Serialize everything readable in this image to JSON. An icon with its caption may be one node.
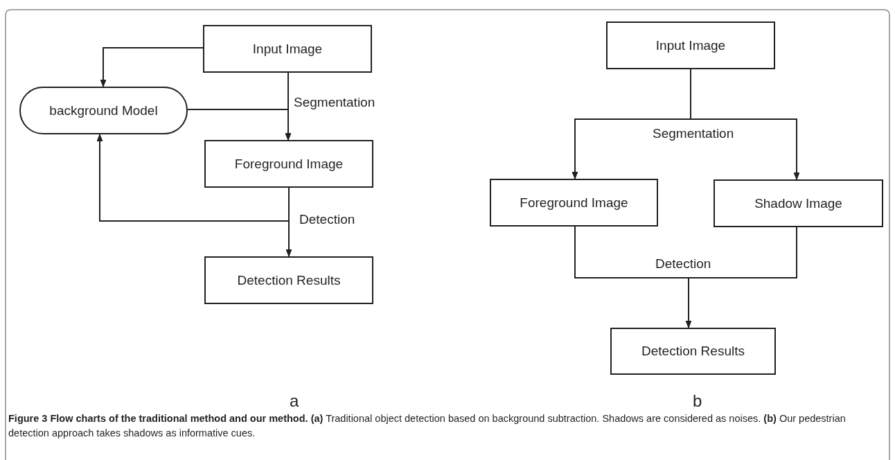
{
  "diagram": {
    "caption": "**Figure 3 Flow charts of the traditional method and our method. (a)** Traditional object detection based on background subtraction. Shadows are considered as noises. **(b)** Our pedestrian detection approach takes shadows as informative cues.",
    "nodes": [
      {
        "text": [
          "Input Image"
        ]
      },
      {
        "text": [
          "background Model"
        ]
      },
      {
        "text": [
          "Foreground Image"
        ]
      },
      {
        "text": [
          "Detection Results"
        ]
      },
      {
        "text": [
          "Input Image"
        ]
      },
      {
        "text": [
          "Foreground Image"
        ]
      },
      {
        "text": [
          "Shadow Image"
        ]
      },
      {
        "text": [
          "Detection Results"
        ]
      }
    ],
    "edges": [
      {
        "from": 0,
        "to": 1,
        "arrow": "to"
      },
      {
        "from": 0,
        "to": 2,
        "arrow": "to",
        "label": "Segmentation"
      },
      {
        "from": 1,
        "to": 2,
        "arrow": "to"
      },
      {
        "from": 2,
        "to": 3,
        "arrow": "to",
        "label": "Detection"
      },
      {
        "from": 2,
        "to": 1,
        "arrow": "to"
      },
      {
        "from": 4,
        "to": 5,
        "arrow": "to",
        "label": "Segmentation"
      },
      {
        "from": 4,
        "to": 6,
        "arrow": "to"
      },
      {
        "from": 5,
        "to": 7,
        "arrow": "none",
        "label": "Detection"
      },
      {
        "from": 6,
        "to": 7,
        "arrow": "to"
      }
    ],
    "labels": [
      "a",
      "b"
    ]
  }
}
